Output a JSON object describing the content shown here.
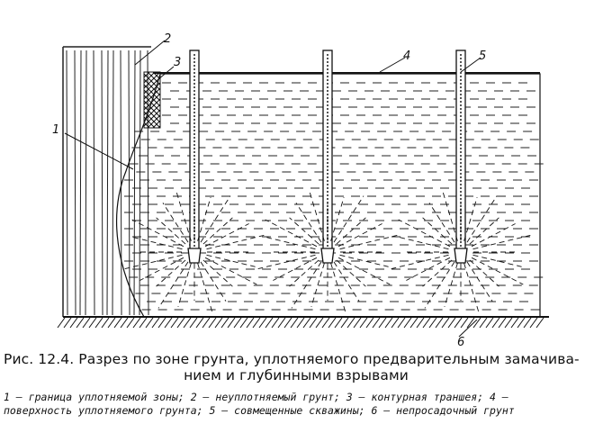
{
  "figure": {
    "callouts": [
      "1",
      "2",
      "3",
      "4",
      "5",
      "6"
    ]
  },
  "caption": {
    "title_line1": "Рис. 12.4. Разрез по зоне грунта, уплотняемого предварительным замачива-",
    "title_line2": "нием и глубинными взрывами",
    "legend_line1": "1 — граница уплотняемой зоны; 2 — неуплотняемый грунт; 3 — контурная траншея; 4 —",
    "legend_line2": "поверхность уплотняемого грунта; 5 — совмещенные скважины; 6 — непросадочный грунт"
  }
}
